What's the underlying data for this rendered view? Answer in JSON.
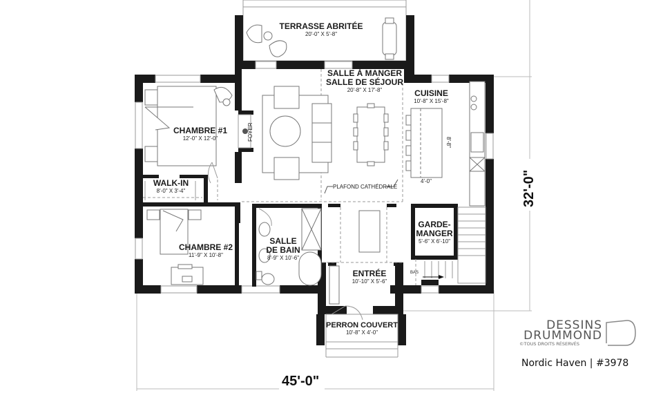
{
  "rooms": {
    "terrasse": {
      "name": "TERRASSE ABRITÉE",
      "dims": "20'-0\" X 5'-8\""
    },
    "salle_manger": {
      "name_line1": "SALLE À MANGER",
      "name_line2": "SALLE DE SÉJOUR",
      "dims": "20'-8\" X 17'-8\""
    },
    "cuisine": {
      "name": "CUISINE",
      "dims": "10'-8\" X 15'-8\""
    },
    "chambre1": {
      "name": "CHAMBRE #1",
      "dims": "12'-0\" X 12'-0\""
    },
    "walkin": {
      "name": "WALK-IN",
      "dims": "8'-0\" X 3'-4\""
    },
    "chambre2": {
      "name": "CHAMBRE #2",
      "dims": "11'-9\" X 10'-8\""
    },
    "salle_bain": {
      "name_line1": "SALLE",
      "name_line2": "DE BAIN",
      "dims": "8'-9\" X 10'-6\""
    },
    "garde_manger": {
      "name_line1": "GARDE-",
      "name_line2": "MANGER",
      "dims": "5'-6\" X 6'-10\""
    },
    "entree": {
      "name": "ENTRÉE",
      "dims": "10'-10\" X 5'-6\""
    },
    "perron": {
      "name": "PERRON COUVERT",
      "dims": "10'-8\" X 4'-0\""
    }
  },
  "notes": {
    "foyer": "FOYER",
    "plafond": "PLAFOND CATHÉDRALE",
    "island_width": "4'-0\"",
    "island_length": "8'-8\"",
    "stairs_down": "BAS"
  },
  "dimensions": {
    "overall_width": "45'-0\"",
    "overall_depth": "32'-0\""
  },
  "brand": {
    "line1": "DESSINS",
    "line2": "DRUMMOND",
    "rights": "©TOUS DROITS RÉSERVÉS",
    "plan_name": "Nordic Haven | #3978"
  },
  "colors": {
    "wall": "#1a1a1a",
    "line": "#777777",
    "dim_line": "#bbbbbb",
    "brand": "#555555"
  }
}
